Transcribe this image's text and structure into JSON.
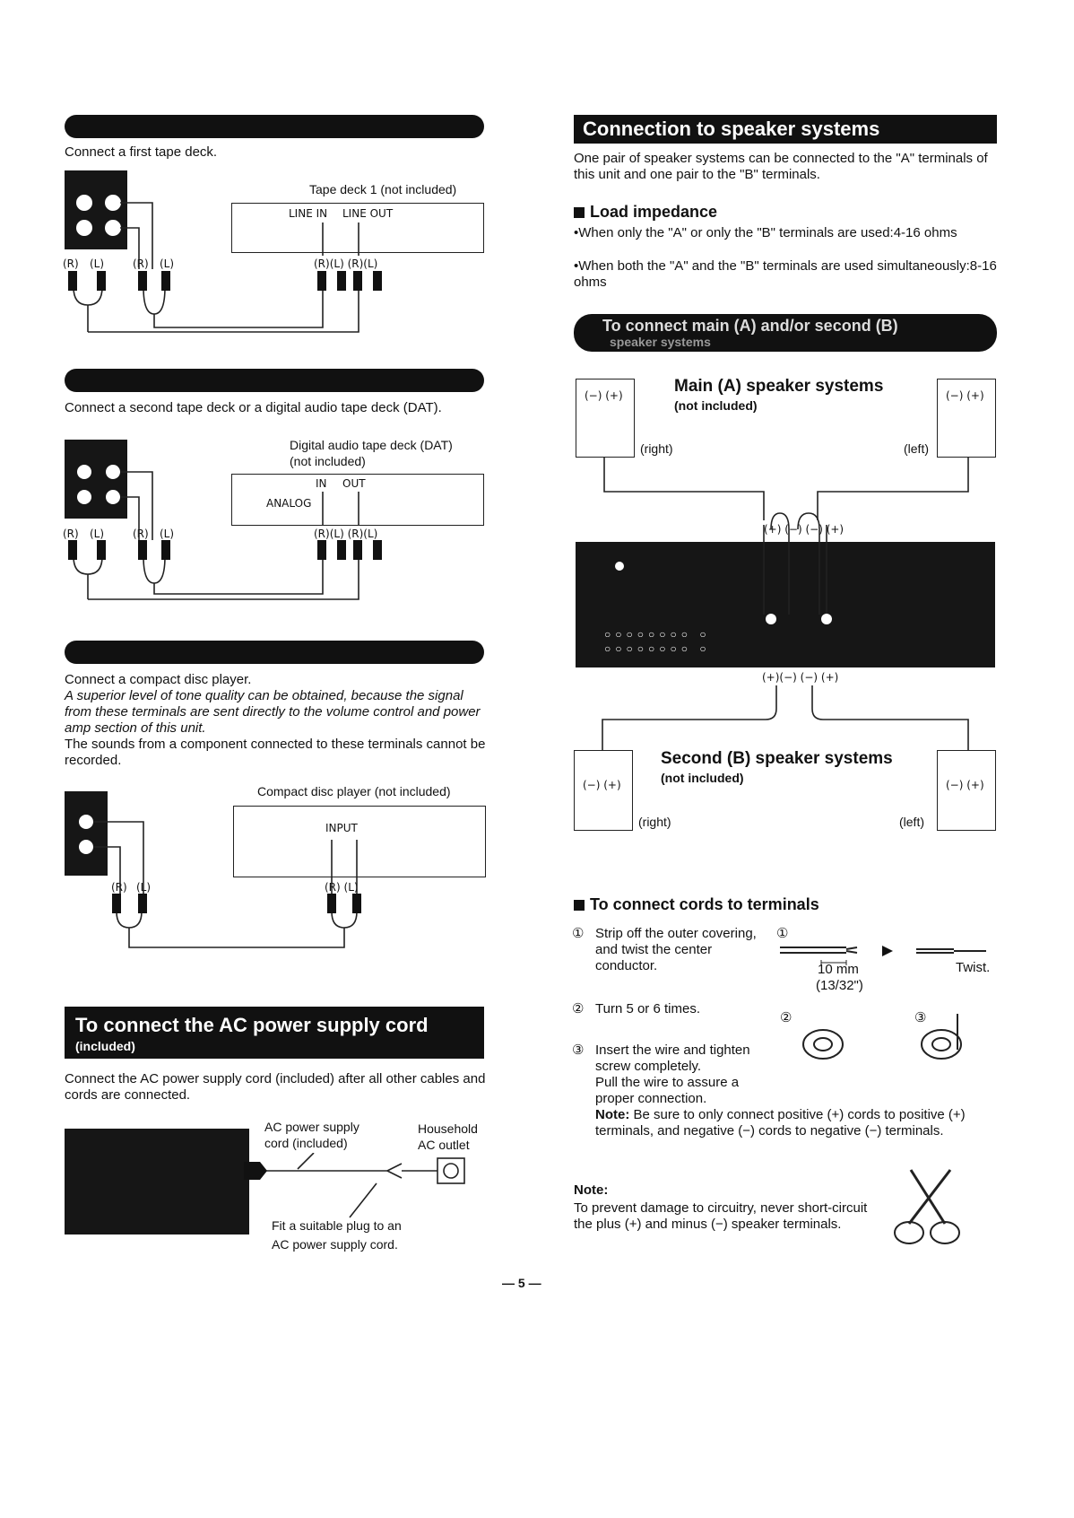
{
  "left": {
    "tape1": {
      "intro": "Connect a first tape deck.",
      "device": "Tape deck 1 (not included)",
      "line_in": "LINE IN",
      "line_out": "LINE OUT",
      "jack_labels": [
        "(R)",
        "(L)",
        "(R)",
        "(L)"
      ],
      "device_jacks": "(R)(L) (R)(L)"
    },
    "tape2": {
      "intro": "Connect a second tape deck or a digital audio tape deck (DAT).",
      "device_line1": "Digital audio tape deck (DAT)",
      "device_line2": "(not included)",
      "in": "IN",
      "out": "OUT",
      "analog": "ANALOG",
      "jack_labels": [
        "(R)",
        "(L)",
        "(R)",
        "(L)"
      ],
      "device_jacks": "(R)(L) (R)(L)"
    },
    "cd": {
      "p1": "Connect a compact disc player.",
      "p2": "A superior level of tone quality can be obtained, because the signal from these terminals are sent directly to the volume control and power amp section of this unit.",
      "p3": "The sounds from a component connected to these terminals cannot be recorded.",
      "device": "Compact disc player (not included)",
      "input": "INPUT",
      "jack_labels": [
        "(R)",
        "(L)"
      ],
      "device_jacks": "(R)  (L)"
    },
    "ac": {
      "title": "To connect the AC power supply cord",
      "subtitle": "(included)",
      "body": "Connect the AC power supply cord (included) after all other cables and cords are connected.",
      "cord_label_1": "AC power supply",
      "cord_label_2": "cord (included)",
      "outlet_label_1": "Household",
      "outlet_label_2": "AC outlet",
      "plug_label_1": "Fit a suitable plug to an",
      "plug_label_2": "AC power supply cord."
    }
  },
  "right": {
    "title": "Connection to speaker systems",
    "intro": "One pair of speaker systems can be connected to the \"A\" terminals of this unit and one pair to the \"B\" terminals.",
    "load_heading": "Load impedance",
    "load_1": "•When only the \"A\" or only the \"B\" terminals are used:4-16 ohms",
    "load_2": "•When both the \"A\" and the \"B\" terminals are used simultaneously:8-16 ohms",
    "connect_heading": "To connect main (A) and/or second (B)",
    "connect_heading_2": "speaker systems",
    "main_title": "Main (A) speaker systems",
    "main_sub": "(not included)",
    "second_title": "Second (B) speaker systems",
    "second_sub": "(not included)",
    "right_label": "(right)",
    "left_label": "(left)",
    "terms_top": "(+) (−) (−) (+)",
    "terms_bottom": "(+)(−)  (−) (+)",
    "spk_terms": "(−)  (+)",
    "cords_heading": "To connect cords to terminals",
    "step1": "Strip off the outer covering, and twist the center conductor.",
    "step1_num": "①",
    "step2_num": "②",
    "step3_num": "③",
    "step2": "Turn 5 or 6 times.",
    "step3a": "Insert the wire and tighten screw completely.",
    "step3b": "Pull the wire to assure a proper connection.",
    "note_label": "Note:",
    "note_body": "Be sure to only connect positive (+) cords to positive (+) terminals, and negative (−) cords to negative (−) terminals.",
    "strip_len": "10 mm",
    "strip_len_in": "(13/32\")",
    "twist": "Twist.",
    "note2_label": "Note:",
    "note2_body": "To prevent damage to circuitry, never short-circuit the plus (+) and minus (−) speaker terminals."
  },
  "page_number": "— 5 —"
}
